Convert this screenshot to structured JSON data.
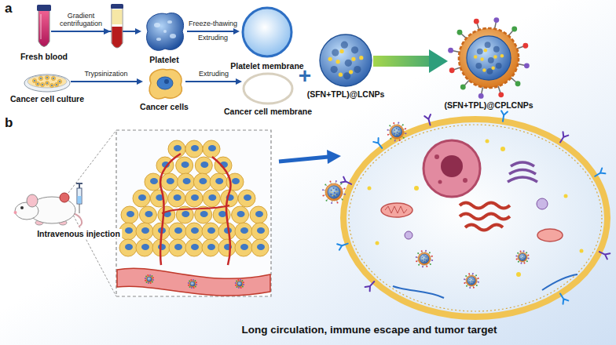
{
  "diagram": {
    "nodes": [
      {
        "text": [
          "Fresh blood"
        ]
      },
      {
        "text": [
          "Platelet"
        ]
      },
      {
        "text": [
          "Platelet membrane"
        ]
      },
      {
        "text": [
          "Cancer cell culture"
        ]
      },
      {
        "text": [
          "Cancer cells"
        ]
      },
      {
        "text": [
          "Cancer cell membrane"
        ]
      },
      {
        "text": [
          "(SFN+TPL)@LCNPs"
        ]
      },
      {
        "text": [
          "(SFN+TPL)@CPLCNPs"
        ]
      },
      {
        "text": [
          "Intravenous injection"
        ]
      }
    ],
    "edges": [
      {
        "from": 0,
        "to": 1,
        "label": "Gradient centrifugation",
        "arrow": "to"
      },
      {
        "from": 1,
        "to": 2,
        "label": "Freeze-thawing",
        "arrow": "to"
      },
      {
        "from": 3,
        "to": 4,
        "label": "Trypsinization",
        "arrow": "to"
      },
      {
        "from": 4,
        "to": 5,
        "label": "Extruding",
        "arrow": "to"
      },
      {
        "from": 6,
        "to": 7,
        "arrow": "to"
      }
    ],
    "labels": [
      "a",
      "Extruding",
      "+",
      "b",
      "Long circulation, immune escape and tumor target"
    ]
  }
}
